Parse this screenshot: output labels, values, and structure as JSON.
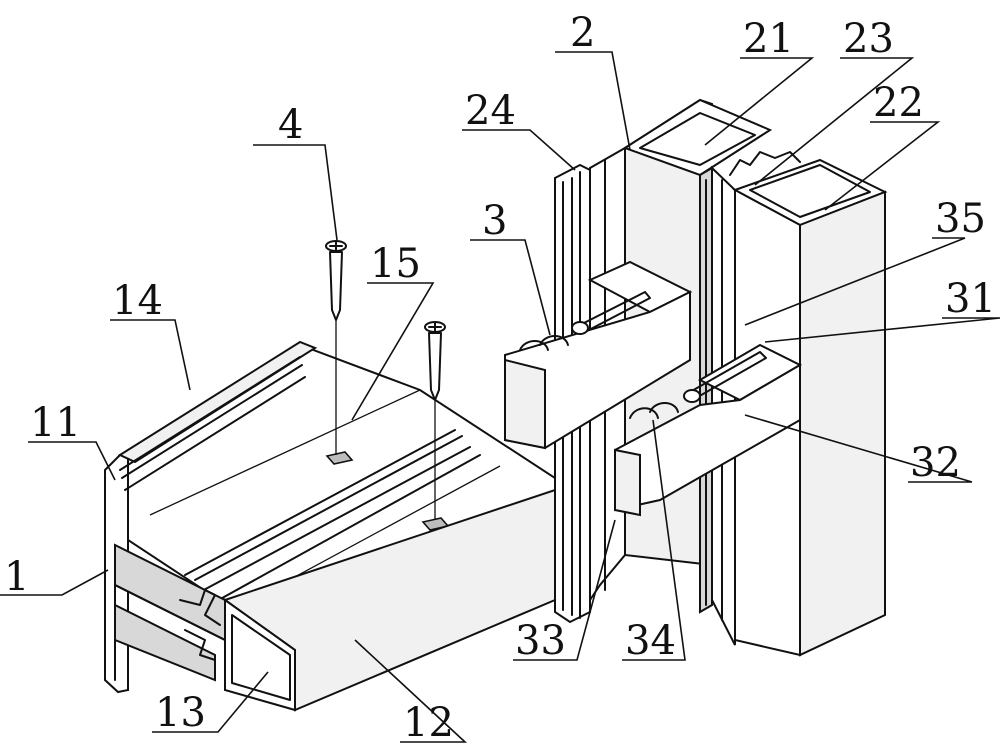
{
  "labels": {
    "l1": "1",
    "l2": "2",
    "l3": "3",
    "l4": "4",
    "l11": "11",
    "l12": "12",
    "l13": "13",
    "l14": "14",
    "l15": "15",
    "l21": "21",
    "l22": "22",
    "l23": "23",
    "l24": "24",
    "l31": "31",
    "l32": "32",
    "l33": "33",
    "l34": "34",
    "l35": "35"
  }
}
